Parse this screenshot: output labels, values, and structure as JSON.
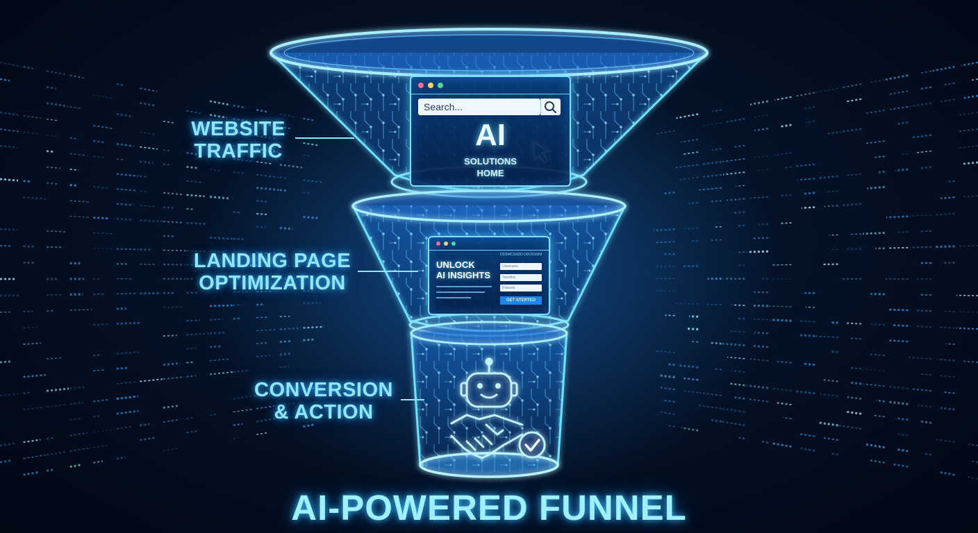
{
  "title": "AI-POWERED FUNNEL",
  "stages": [
    {
      "line1": "WEBSITE",
      "line2": "TRAFFIC"
    },
    {
      "line1": "LANDING PAGE",
      "line2": "OPTIMIZATION"
    },
    {
      "line1": "CONVERSION",
      "line2": "& ACTION"
    }
  ],
  "top_window": {
    "search_placeholder": "Search...",
    "heading": "AI",
    "subheading_line1": "SOLUTIONS",
    "subheading_line2": "HOME",
    "dot_colors": [
      "#ff6b8f",
      "#ffd166",
      "#4dd89a"
    ]
  },
  "landing_window": {
    "heading_line1": "UNLOCK",
    "heading_line2": "AI INSIGHTS",
    "header_text": "DDSWCSSDD DDOSSSNNE",
    "fields": [
      "Username",
      "Taoelikis",
      "Rlaeads"
    ],
    "button_label": "GET STERTED",
    "dot_colors": [
      "#ff6b8f",
      "#ffd166",
      "#4dd89a"
    ]
  },
  "icons": [
    "search-icon",
    "cursor-icon",
    "robot-icon",
    "handshake-icon",
    "checkmark-icon"
  ],
  "colors": {
    "glow": "#4fd1ff",
    "background": "#030b1a",
    "text": "#8fe6ff"
  }
}
